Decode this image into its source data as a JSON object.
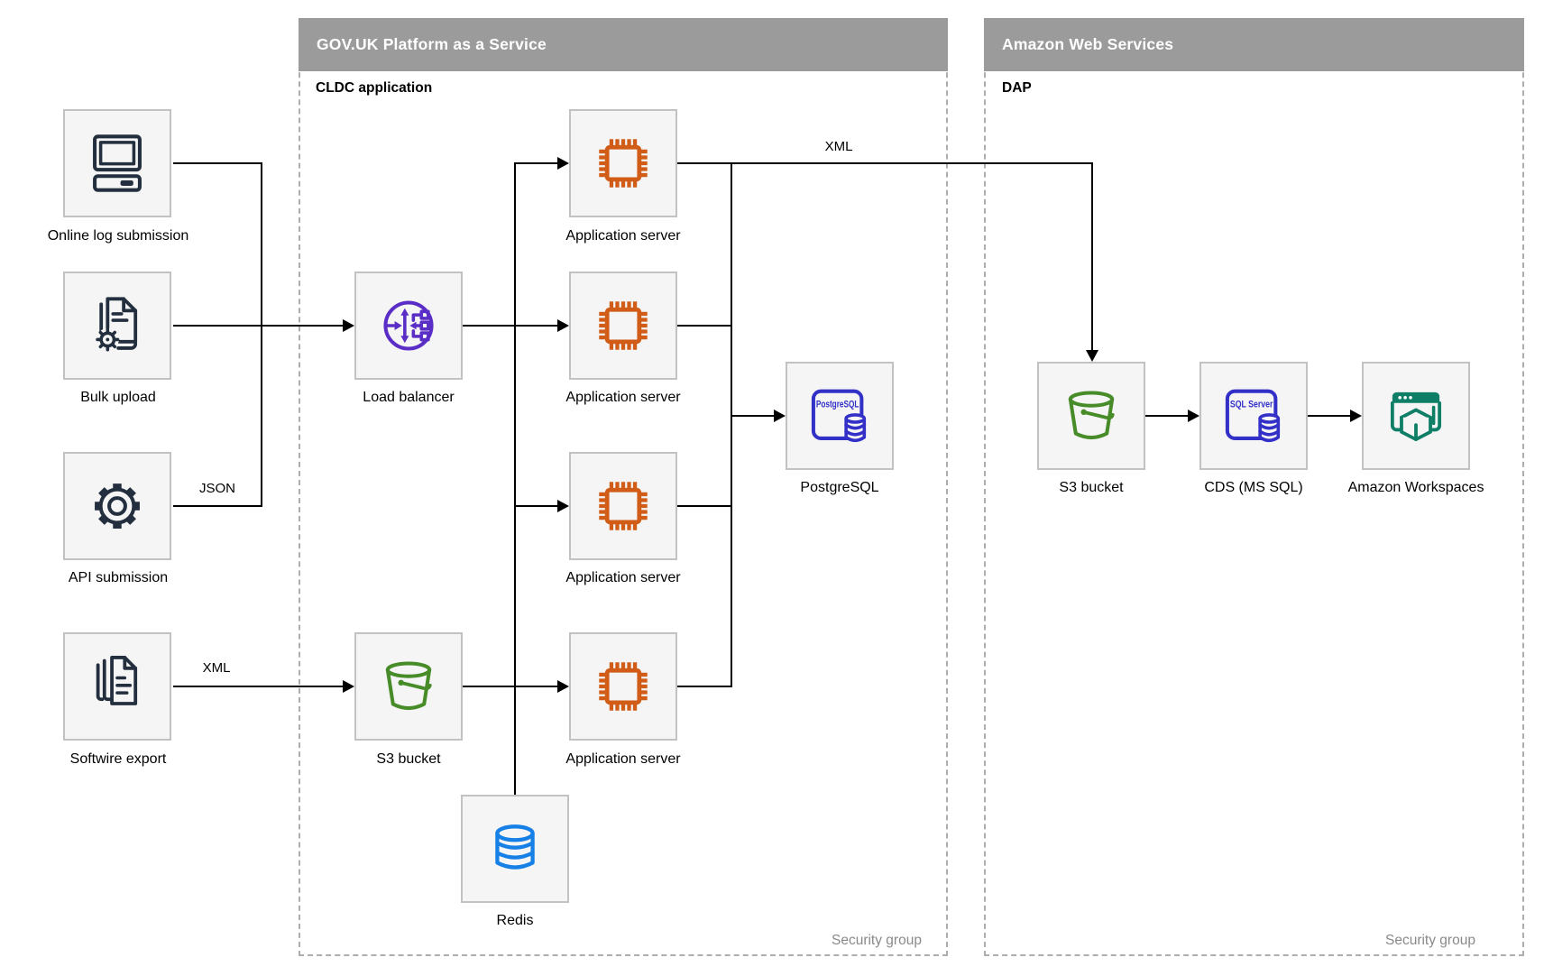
{
  "containers": {
    "paas": {
      "title": "GOV.UK Platform as a Service",
      "subtitle": "CLDC application",
      "footer_label": "Security group"
    },
    "aws": {
      "title": "Amazon Web Services",
      "subtitle": "DAP",
      "footer_label": "Security group"
    }
  },
  "nodes": {
    "online_log": {
      "label": "Online log submission",
      "icon": "computer-icon"
    },
    "bulk_upload": {
      "label": "Bulk upload",
      "icon": "document-gear-icon"
    },
    "api_submission": {
      "label": "API submission",
      "icon": "gear-icon"
    },
    "softwire_export": {
      "label": "Softwire export",
      "icon": "documents-stack-icon"
    },
    "load_balancer": {
      "label": "Load balancer",
      "icon": "load-balancer-icon"
    },
    "s3_paas": {
      "label": "S3 bucket",
      "icon": "s3-bucket-icon"
    },
    "app_server_1": {
      "label": "Application server",
      "icon": "chip-icon"
    },
    "app_server_2": {
      "label": "Application server",
      "icon": "chip-icon"
    },
    "app_server_3": {
      "label": "Application server",
      "icon": "chip-icon"
    },
    "app_server_4": {
      "label": "Application server",
      "icon": "chip-icon"
    },
    "redis": {
      "label": "Redis",
      "icon": "database-icon"
    },
    "postgresql": {
      "label": "PostgreSQL",
      "icon": "postgresql-icon"
    },
    "s3_aws": {
      "label": "S3 bucket",
      "icon": "s3-bucket-icon"
    },
    "cds": {
      "label": "CDS (MS SQL)",
      "icon": "sql-server-icon"
    },
    "workspaces": {
      "label": "Amazon Workspaces",
      "icon": "workspaces-icon"
    }
  },
  "edge_labels": {
    "json_api": "JSON",
    "xml_softwire": "XML",
    "xml_to_aws": "XML"
  },
  "icon_badges": {
    "postgresql": "PostgreSQL",
    "sql_server": "SQL Server"
  },
  "colors": {
    "header_bg": "#9B9B9B",
    "header_text": "#FFFFFF",
    "box_fill": "#F5F5F5",
    "box_border": "#C2C2C2",
    "dashed_border": "#ADADAD",
    "line": "#000000",
    "muted_text": "#8A8A8A",
    "dark_icon": "#232F3E",
    "orange_icon": "#D05C17",
    "purple_icon": "#5A2EC6",
    "indigo_icon": "#3330C8",
    "green_icon": "#478C29",
    "teal_icon": "#0E7F66",
    "blue_icon": "#1680E6"
  }
}
